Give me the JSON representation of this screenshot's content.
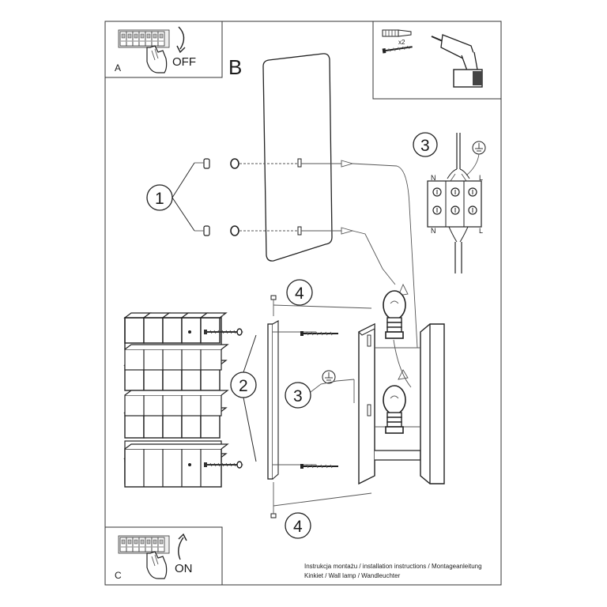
{
  "panels": {
    "a": {
      "letter": "A",
      "action": "OFF"
    },
    "b": {
      "letter": "B"
    },
    "c": {
      "letter": "C",
      "action": "ON"
    }
  },
  "tools": {
    "anchor_qty": "x2"
  },
  "callouts": {
    "one": "1",
    "two": "2",
    "three_top": "3",
    "three_mid": "3",
    "four_top": "4",
    "four_bottom": "4"
  },
  "wiring": {
    "n_top": "N",
    "l_top": "L",
    "n_bottom": "N",
    "l_bottom": "L"
  },
  "footer": {
    "line1": "Instrukcja montażu / installation instructions / Montageanleitung",
    "line2": "Kinkiet / Wall lamp / Wandleuchter"
  }
}
